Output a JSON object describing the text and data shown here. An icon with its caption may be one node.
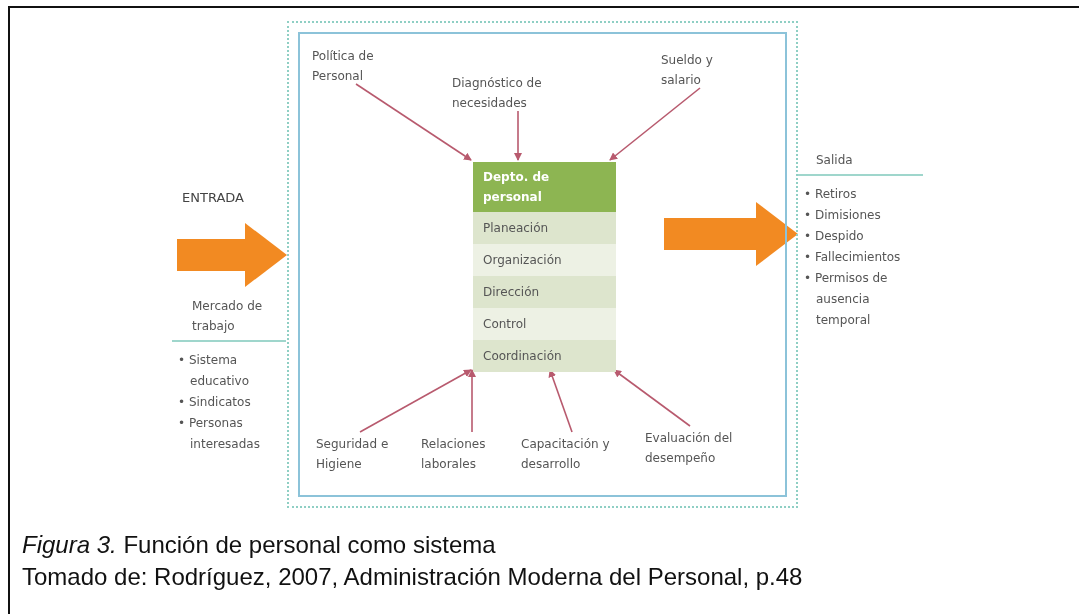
{
  "diagram": {
    "caption": "*Figura 3.* Función de personal como sistema",
    "nodes": [
      {
        "text": [],
        "shape": "box"
      },
      {
        "text": [
          "Política de Personal"
        ],
        "in": 0
      },
      {
        "text": [
          "Diagnóstico de necesidades"
        ],
        "in": 0
      },
      {
        "text": [
          "Sueldo y salario"
        ],
        "in": 0
      },
      {
        "text": [
          "Depto. de personal",
          "Planeación",
          "Organización",
          "Dirección",
          "Control",
          "Coordinación"
        ],
        "in": 0
      },
      {
        "text": [
          "Seguridad e Higiene"
        ],
        "in": 0
      },
      {
        "text": [
          "Relaciones laborales"
        ],
        "in": 0
      },
      {
        "text": [
          "Capacitación y desarrollo"
        ],
        "in": 0
      },
      {
        "text": [
          "Evaluación del desempeño"
        ],
        "in": 0
      },
      {
        "text": [
          "Mercado de trabajo",
          "• Sistema educativo",
          "• Sindicatos",
          "• Personas interesadas"
        ]
      },
      {
        "text": [
          "Salida",
          "• Retiros",
          "• Dimisiones",
          "• Despido",
          "• Fallecimientos",
          "• Permisos de ausencia temporal"
        ]
      }
    ],
    "edges": [
      {
        "from": null,
        "to": 0,
        "arrow": "to",
        "label": "ENTRADA",
        "style": "thick",
        "color": "#f28a22"
      },
      {
        "from": 1,
        "to": 4,
        "arrow": "to"
      },
      {
        "from": 2,
        "to": 4,
        "arrow": "to"
      },
      {
        "from": 3,
        "to": 4,
        "arrow": "to"
      },
      {
        "from": 5,
        "to": 4,
        "arrow": "to"
      },
      {
        "from": 6,
        "to": 4,
        "arrow": "to"
      },
      {
        "from": 7,
        "to": 4,
        "arrow": "to"
      },
      {
        "from": 8,
        "to": 4,
        "arrow": "to"
      },
      {
        "from": null,
        "to": 10,
        "arrow": "to",
        "style": "thick",
        "color": "#f28a22"
      }
    ],
    "labels": [
      "Tomado de: Rodríguez, 2007, Administración Moderna del Personal, p.48"
    ]
  }
}
